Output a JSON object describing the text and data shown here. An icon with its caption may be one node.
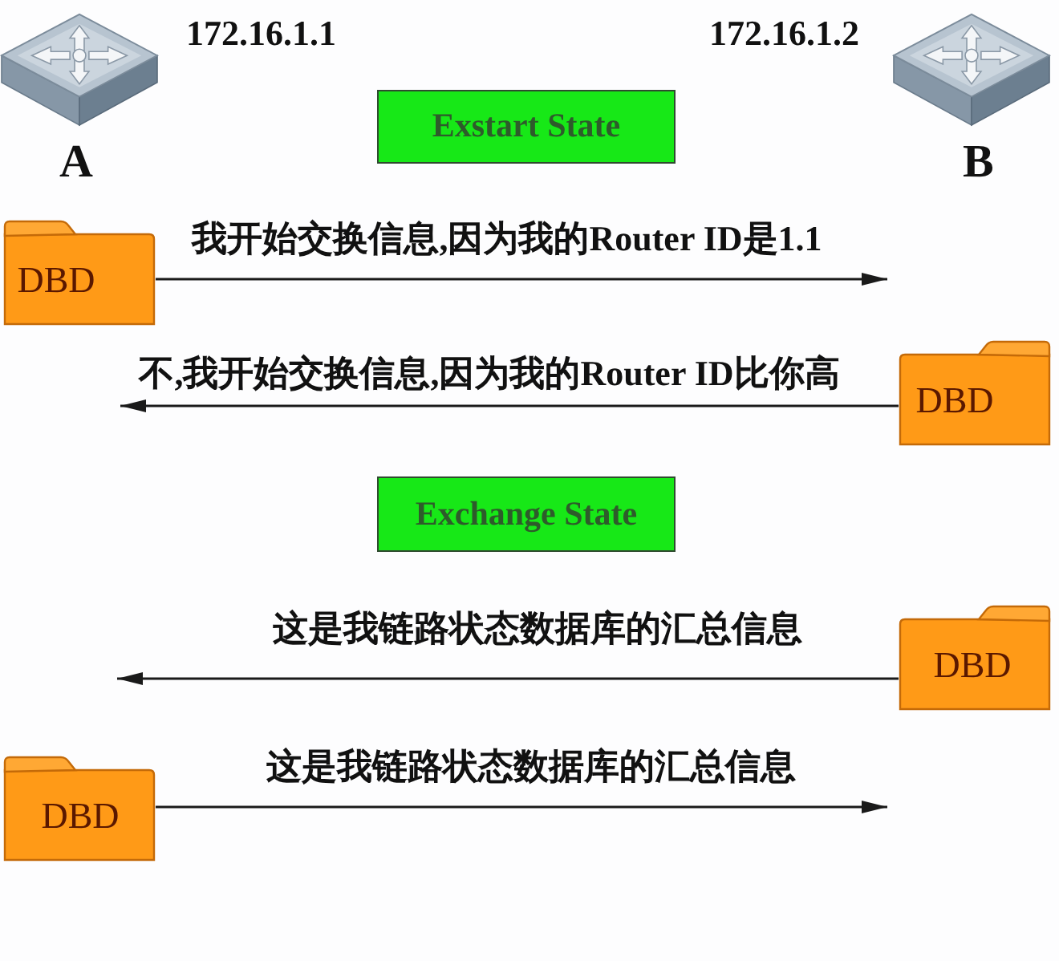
{
  "diagram": {
    "nodes": [
      {
        "text": [],
        "shape": "picture",
        "beside": [
          "172.16.1.1",
          "A"
        ]
      },
      {
        "text": [],
        "shape": "picture",
        "beside": [
          "172.16.1.2",
          "B"
        ]
      },
      {
        "text": [
          "Exstart State"
        ]
      },
      {
        "text": [
          "DBD"
        ]
      },
      {
        "text": [
          "DBD"
        ]
      },
      {
        "text": [
          "Exchange State"
        ]
      },
      {
        "text": [
          "DBD"
        ]
      },
      {
        "text": [
          "DBD"
        ]
      }
    ],
    "edges": [
      {
        "from": 3,
        "to": null,
        "arrow": "to",
        "label": "我开始交换信息,因为我的Router ID是1.1"
      },
      {
        "from": 4,
        "to": null,
        "arrow": "to",
        "label": "不,我开始交换信息,因为我的Router ID比你高"
      },
      {
        "from": 6,
        "to": null,
        "arrow": "to",
        "label": "这是我链路状态数据库的汇总信息"
      },
      {
        "from": 7,
        "to": null,
        "arrow": "to",
        "label": "这是我链路状态数据库的汇总信息"
      }
    ]
  }
}
